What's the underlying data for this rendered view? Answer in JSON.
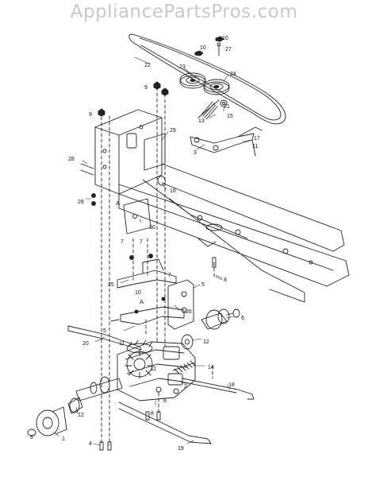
{
  "watermark": "AppliancePartsPros.com",
  "callouts": {
    "c1": "1",
    "c2": "2",
    "c3": "3",
    "c4": "4",
    "c5a": "5",
    "c5b": "5",
    "c6": "6",
    "c7a": "7",
    "c7b": "7",
    "c7c": "7",
    "c8a": "8",
    "c8b": "8",
    "c9a": "9",
    "c9b": "9",
    "c10a": "10",
    "c10b": "10",
    "c10c": "10",
    "c11a": "11",
    "c11b": "11",
    "c11c": "11",
    "c12a": "12",
    "c12b": "12",
    "c13": "13",
    "c14": "14",
    "c15": "15",
    "c16": "16",
    "c17": "17",
    "c18": "18",
    "c19": "19",
    "c20": "20",
    "c21": "21",
    "c22": "22",
    "c23": "23",
    "c24": "24",
    "c25": "25",
    "c26": "26",
    "c27": "27",
    "c28a": "28",
    "c28b": "28",
    "c29": "29",
    "c30": "30",
    "la": "A",
    "lb": "A"
  }
}
